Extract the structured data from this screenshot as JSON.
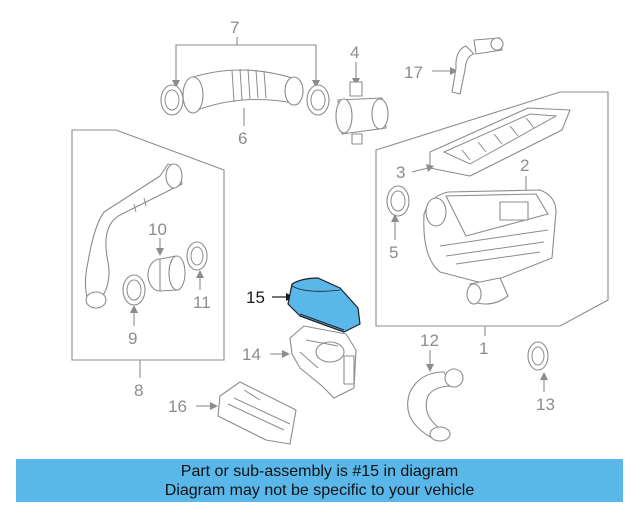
{
  "diagram": {
    "highlighted_part": "15",
    "highlight_color": "#5ab7ea",
    "line_color": "#8c8c8c",
    "callouts": {
      "c1": "1",
      "c2": "2",
      "c3": "3",
      "c4": "4",
      "c5": "5",
      "c6": "6",
      "c7": "7",
      "c8": "8",
      "c9": "9",
      "c10": "10",
      "c11": "11",
      "c12": "12",
      "c13": "13",
      "c14": "14",
      "c15": "15",
      "c16": "16",
      "c17": "17"
    }
  },
  "banner": {
    "line1": "Part or sub-assembly is #15 in diagram",
    "line2": "Diagram may not be specific to your vehicle",
    "background": "#5ab7ea"
  }
}
